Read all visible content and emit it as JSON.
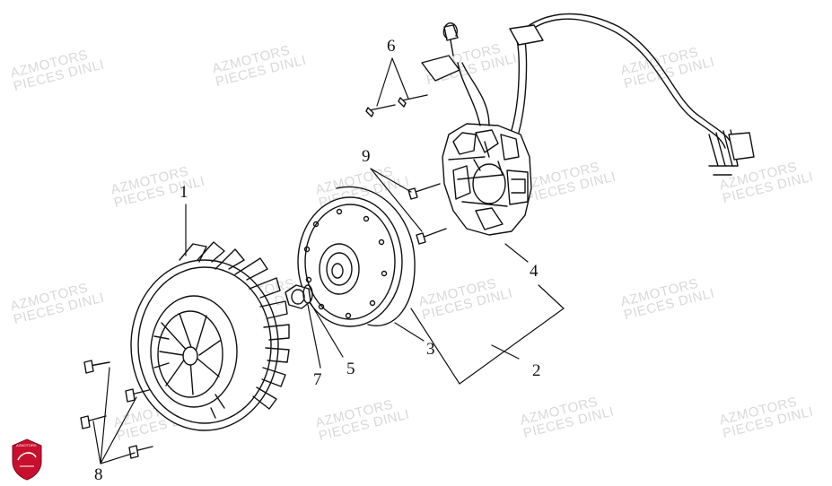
{
  "watermark": {
    "line1": "AZMOTORS",
    "line2": "PIECES DINLI"
  },
  "callouts": [
    {
      "id": "1",
      "label": "1"
    },
    {
      "id": "2",
      "label": "2"
    },
    {
      "id": "3",
      "label": "3"
    },
    {
      "id": "4",
      "label": "4"
    },
    {
      "id": "5",
      "label": "5"
    },
    {
      "id": "6",
      "label": "6"
    },
    {
      "id": "7",
      "label": "7"
    },
    {
      "id": "8",
      "label": "8"
    },
    {
      "id": "9",
      "label": "9"
    }
  ],
  "logo": {
    "text": "AZMOTORS",
    "color": "#c8102e"
  },
  "colors": {
    "line": "#111111",
    "watermark": "#d9d9d9"
  }
}
